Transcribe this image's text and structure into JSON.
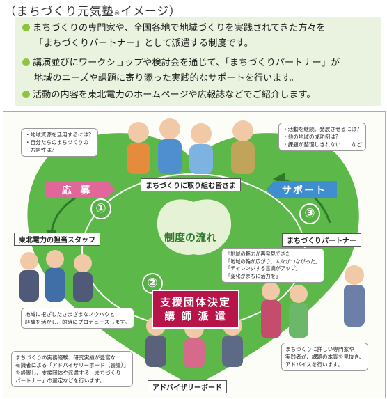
{
  "title": "（まちづくり元気塾",
  "title_mark": "®",
  "title_end": "イメージ）",
  "bullets": [
    {
      "l1": "まちづくりの専門家や、全国各地で地域づくりを実践されてきた方々を",
      "l2": "「まちづくりパートナー」として派遣する制度です。"
    },
    {
      "l1": "講演並びにワークショップや検討会を通じて、「まちづくりパートナー」が",
      "l2": "地域のニーズや課題に寄り添った実践的なサポートを行います。"
    },
    {
      "l1": "活動の内容を東北電力のホームページや広報誌などでご紹介します。",
      "l2": ""
    }
  ],
  "diagram": {
    "center": "制度の流れ",
    "label_community": "まちづくりに取り組む皆さま",
    "label_staff": "東北電力の担当スタッフ",
    "label_partner": "まちづくりパートナー",
    "label_board": "アドバイザリーボード",
    "tag_apply": "応 募",
    "tag_support": "サポート",
    "step1": "①",
    "step2": "②",
    "step3": "③",
    "support_l1": "支援団体決定",
    "support_l2": "講 師 派 遣",
    "callout_left": [
      "・地域資源を活用するには？",
      "・自分たちのまちづくりの",
      "　方向性は？"
    ],
    "callout_right": [
      "・活動を継続、発展させるには？",
      "・他の地域の成功例は？",
      "・課題が整理しきれない　…など"
    ],
    "callout_voices": [
      "「地域の魅力が再発見できた」",
      "「地域の輪が広がり、人々がつながった」",
      "「チャレンジする意識がアップ」",
      "「変化がまちに活力を」"
    ],
    "callout_staff": [
      "地域に根ざしたさまざまなノウハウと",
      "経験を活かし、的確にプロデュースします。"
    ],
    "callout_board": [
      "まちづくりの実務経験、研究実績が豊富な",
      "有識者による「アドバイザリーボード（会議）」",
      "を設置し、支援団体や派遣する「まちづくり",
      "パートナー」の選定などを行います。"
    ],
    "callout_partner": [
      "まちづくりに詳しい専門家や",
      "実践者が、課題の本質を見抜き、",
      "アドバイスを行います。"
    ]
  },
  "colors": {
    "green": "#5db84a",
    "light_green": "#eaf3df",
    "crimson": "#b7144a",
    "pink": "#e1679a",
    "blue": "#3f8fd0"
  }
}
